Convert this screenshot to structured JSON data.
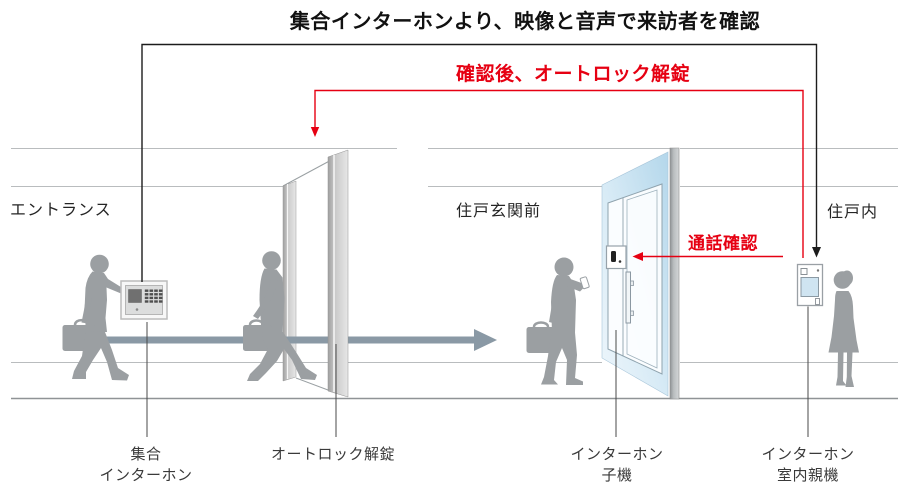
{
  "title": "集合インターホンより、映像と音声で来訪者を確認",
  "annotations": {
    "unlock_route": "確認後、オートロック解錠",
    "call_check": "通話確認"
  },
  "sections": {
    "entrance": "エントランス",
    "front_of_unit": "住戸玄関前",
    "inside_unit": "住戸内"
  },
  "captions": {
    "shared_intercom": {
      "line1": "集合",
      "line2": "インターホン"
    },
    "autolock_release": "オートロック解錠",
    "door_station": {
      "line1": "インターホン",
      "line2": "子機"
    },
    "master_station": {
      "line1": "インターホン",
      "line2": "室内親機"
    }
  },
  "colors": {
    "accent_red": "#e60012",
    "flow_arrow": "#8a99a5",
    "silhouette": "#9b9fa2",
    "wall_line": "#b9bcbe",
    "door_glass_blue": "#b4d7eb"
  }
}
